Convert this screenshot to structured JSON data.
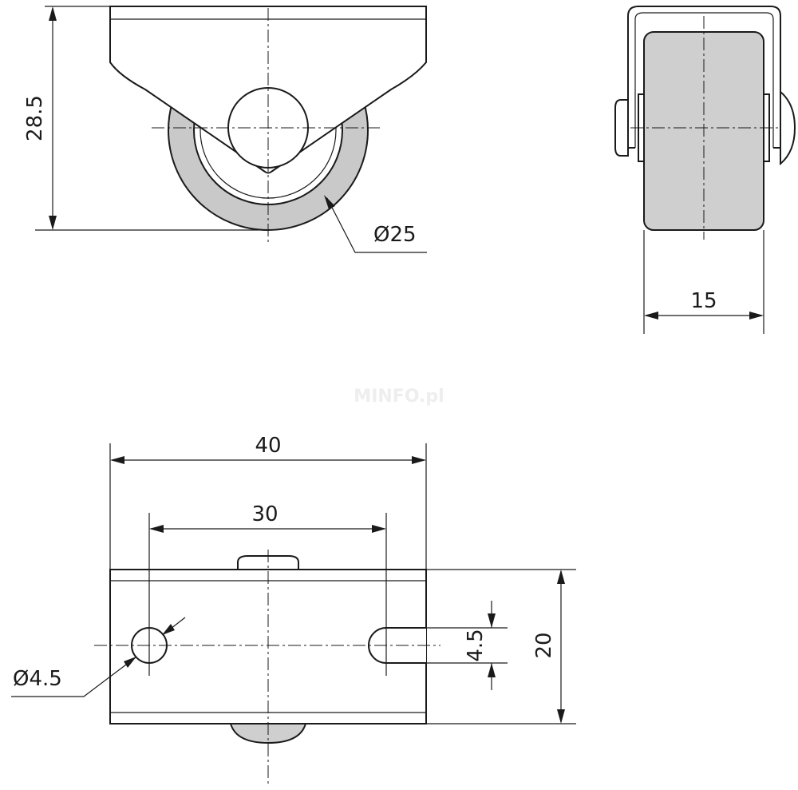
{
  "dimensions": {
    "height": "28.5",
    "wheel_diameter": "Ø25",
    "wheel_width": "15",
    "plate_length": "40",
    "hole_spacing": "30",
    "plate_width": "20",
    "slot_width": "4.5",
    "hole_diameter": "Ø4.5"
  },
  "watermark": "MINFO.pl"
}
